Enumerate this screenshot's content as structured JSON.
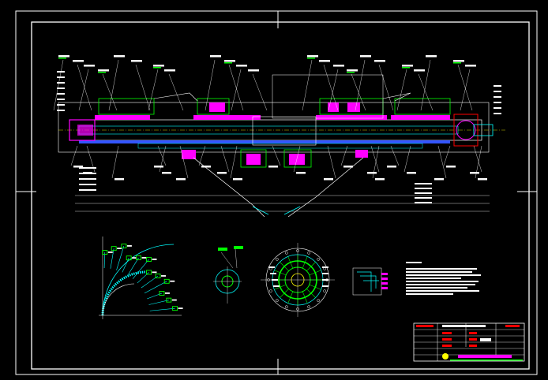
{
  "drawing": {
    "background": "#000000",
    "colors": {
      "frame": "#ffffff",
      "cyan": "#00ffff",
      "magenta": "#ff00ff",
      "green": "#00ff00",
      "yellow": "#ffff00",
      "red": "#ff0000",
      "blue": "#3355ff",
      "white": "#ffffff"
    },
    "views": [
      {
        "name": "shaft-assembly-section"
      },
      {
        "name": "bearing-quarter-view"
      },
      {
        "name": "small-detail-view"
      },
      {
        "name": "gear-end-view"
      },
      {
        "name": "schematic-detail"
      }
    ],
    "notes_block": {
      "line_count": 9
    },
    "title_block": {
      "rows": 5
    }
  }
}
